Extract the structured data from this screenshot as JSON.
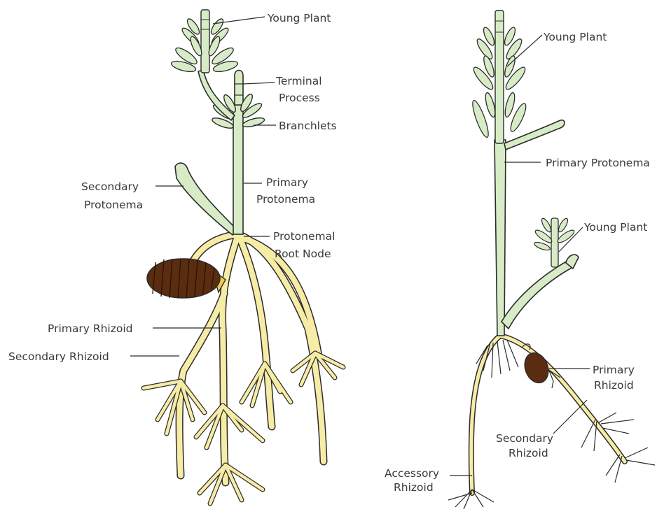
{
  "colors": {
    "protonema_fill": "#d7ecc6",
    "rhizoid_fill": "#f7eca6",
    "spore_fill": "#5a2d10",
    "outline": "#2b2b2b",
    "label_text": "#3a3a3a"
  },
  "left_diagram": {
    "labels": {
      "young_plant": "Young Plant",
      "terminal_process_1": "Terminal",
      "terminal_process_2": "Process",
      "branchlets": "Branchlets",
      "primary_protonema_1": "Primary",
      "primary_protonema_2": "Protonema",
      "secondary_protonema_1": "Secondary",
      "secondary_protonema_2": "Protonema",
      "protonemal_root_node_1": "Protonemal",
      "protonemal_root_node_2": "Root Node",
      "primary_rhizoid": "Primary Rhizoid",
      "secondary_rhizoid": "Secondary Rhizoid"
    }
  },
  "right_diagram": {
    "labels": {
      "young_plant_top": "Young Plant",
      "primary_protonema": "Primary Protonema",
      "young_plant_side": "Young Plant",
      "primary_rhizoid_1": "Primary",
      "primary_rhizoid_2": "Rhizoid",
      "secondary_rhizoid_1": "Secondary",
      "secondary_rhizoid_2": "Rhizoid",
      "accessory_rhizoid_1": "Accessory",
      "accessory_rhizoid_2": "Rhizoid"
    }
  }
}
